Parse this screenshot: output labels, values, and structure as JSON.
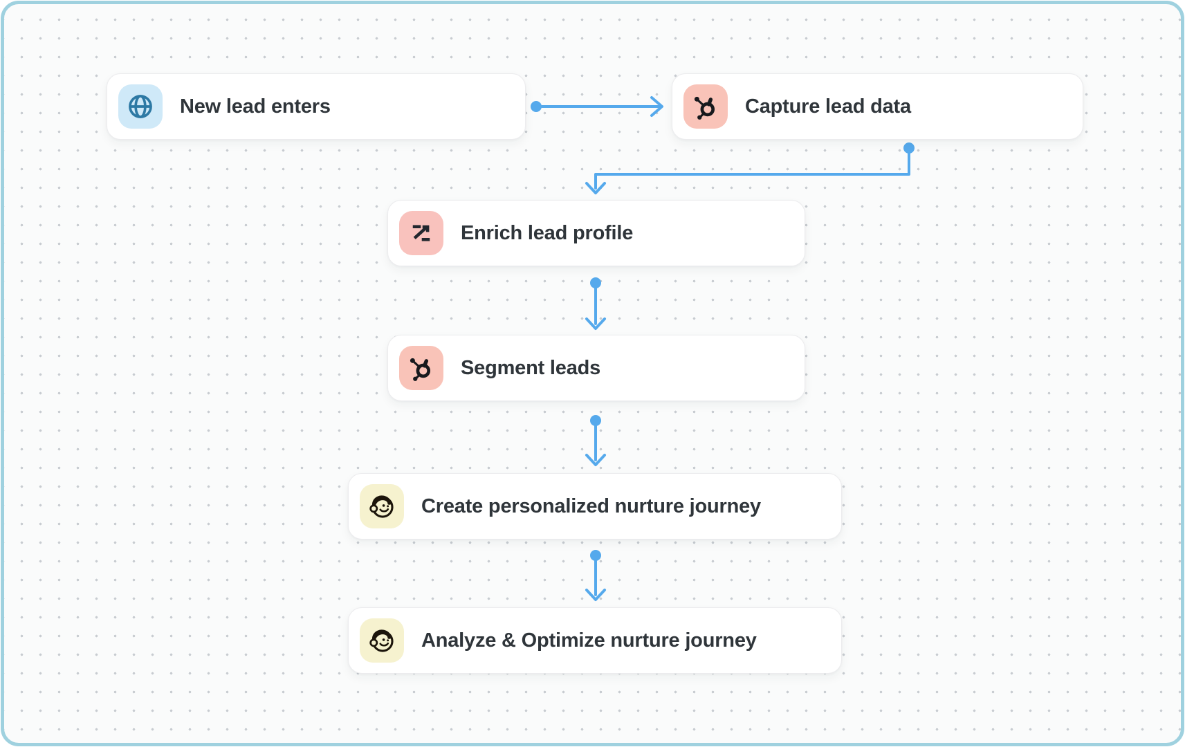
{
  "canvas": {
    "background": "#fafbfb",
    "frame_border_color": "#9fd1df",
    "dot_color": "#c8ccd1",
    "connector_color": "#55a9ec",
    "node_border_color": "#ececee",
    "label_color": "#2f353a"
  },
  "nodes": [
    {
      "id": "new-lead-enters",
      "label": "New lead enters",
      "icon": "globe-icon",
      "icon_bg": "#cfe9f8",
      "icon_color": "#2d79a4"
    },
    {
      "id": "capture-lead-data",
      "label": "Capture lead data",
      "icon": "hubspot-icon",
      "icon_bg": "#f9c3b8",
      "icon_color": "#17191d"
    },
    {
      "id": "enrich-lead-profile",
      "label": "Enrich lead profile",
      "icon": "z-arrow-icon",
      "icon_bg": "#f9c2bd",
      "icon_color": "#23272e"
    },
    {
      "id": "segment-leads",
      "label": "Segment leads",
      "icon": "hubspot-icon",
      "icon_bg": "#f9c3b8",
      "icon_color": "#17191d"
    },
    {
      "id": "create-personalized-nurture-journey",
      "label": "Create personalized nurture journey",
      "icon": "mailchimp-icon",
      "icon_bg": "#f6f2cf",
      "icon_color": "#1c150b"
    },
    {
      "id": "analyze-optimize-nurture-journey",
      "label": "Analyze & Optimize nurture journey",
      "icon": "mailchimp-icon",
      "icon_bg": "#f6f2cf",
      "icon_color": "#1c150b"
    }
  ],
  "edges": [
    {
      "from": "new-lead-enters",
      "to": "capture-lead-data"
    },
    {
      "from": "capture-lead-data",
      "to": "enrich-lead-profile"
    },
    {
      "from": "enrich-lead-profile",
      "to": "segment-leads"
    },
    {
      "from": "segment-leads",
      "to": "create-personalized-nurture-journey"
    },
    {
      "from": "create-personalized-nurture-journey",
      "to": "analyze-optimize-nurture-journey"
    }
  ]
}
